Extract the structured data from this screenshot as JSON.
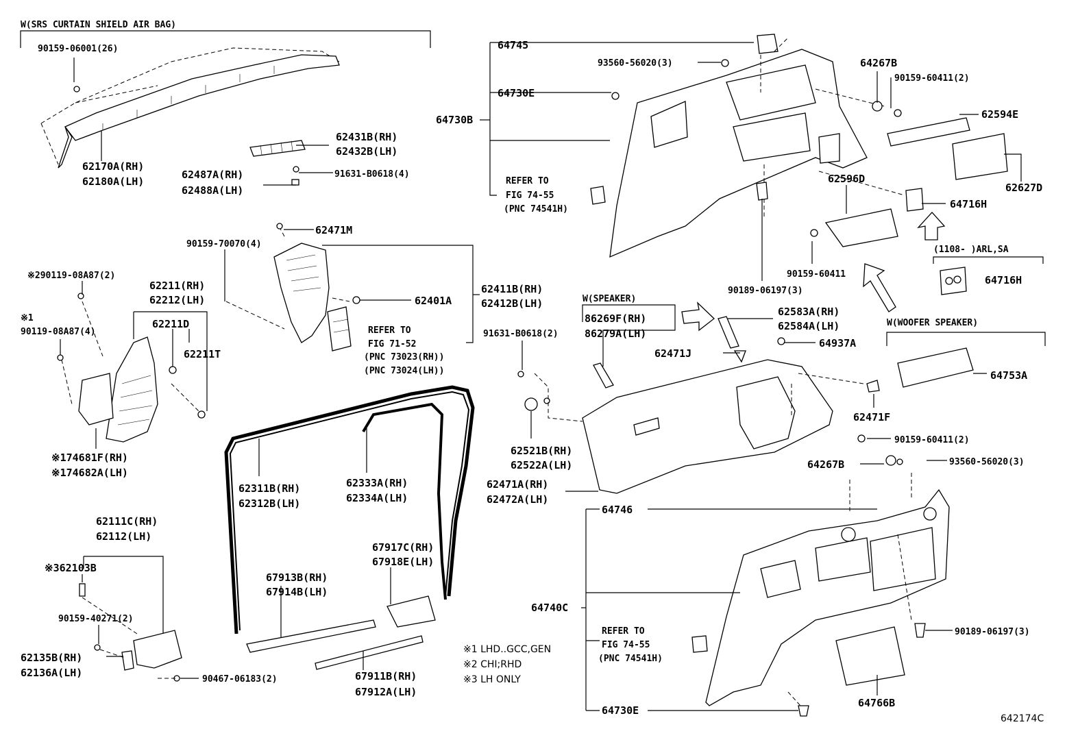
{
  "headers": {
    "srs_airbag": "W(SRS CURTAIN SHIELD AIR BAG)",
    "speaker": "W(SPEAKER)",
    "woofer": "W(WOOFER SPEAKER)",
    "date_range": "(1108-      )ARL,SA"
  },
  "labels": {
    "p90159_06001": "90159-06001(26)",
    "p62170A": "62170A(RH)",
    "p62180A": "62180A(LH)",
    "p62431B": "62431B(RH)",
    "p62432B": "62432B(LH)",
    "p62487A": "62487A(RH)",
    "p62488A": "62488A(LH)",
    "p91631_B0618_4": "91631-B0618(4)",
    "p62471M": "62471M",
    "p90159_70070": "90159-70070(4)",
    "p62401A": "62401A",
    "p62411B": "62411B(RH)",
    "p62412B": "62412B(LH)",
    "p90119_08A87_2": "※290119-08A87(2)",
    "p62211": "62211(RH)",
    "p62212": "62212(LH)",
    "p62211D": "62211D",
    "p62211T": "62211T",
    "m1": "※1",
    "p90119_08A87_4": "90119-08A87(4)",
    "p74681F": "※174681F(RH)",
    "p74682A": "※174682A(LH)",
    "p62111C": "62111C(RH)",
    "p62112": "62112(LH)",
    "p62103B": "※362103B",
    "p90159_40271": "90159-40271(2)",
    "p62135B": "62135B(RH)",
    "p62136A": "62136A(LH)",
    "p90467_06183": "90467-06183(2)",
    "p62311B": "62311B(RH)",
    "p62312B": "62312B(LH)",
    "p62333A": "62333A(RH)",
    "p62334A": "62334A(LH)",
    "p67913B": "67913B(RH)",
    "p67914B": "67914B(LH)",
    "p67917C": "67917C(RH)",
    "p67918E": "67918E(LH)",
    "p67911B": "67911B(RH)",
    "p67912A": "67912A(LH)",
    "p64745": "64745",
    "p93560_56020_top": "93560-56020(3)",
    "p64730E_top": "64730E",
    "p64730B": "64730B",
    "p64267B_top": "64267B",
    "p90159_60411_2_top": "90159-60411(2)",
    "p62594E": "62594E",
    "p62627D": "62627D",
    "p62596D": "62596D",
    "p64716H_top": "64716H",
    "p64716H_bot": "64716H",
    "p90159_60411": "90159-60411",
    "p90189_06197_top": "90189-06197(3)",
    "p86269F": "86269F(RH)",
    "p86279A": "86279A(LH)",
    "p62583A": "62583A(RH)",
    "p62584A": "62584A(LH)",
    "p64937A": "64937A",
    "p62471J": "62471J",
    "p91631_B0618_2": "91631-B0618(2)",
    "p64753A": "64753A",
    "p62471F": "62471F",
    "p90159_60411_2_bot": "90159-60411(2)",
    "p62521B": "62521B(RH)",
    "p62522A": "62522A(LH)",
    "p64267B_bot": "64267B",
    "p93560_56020_bot": "93560-56020(3)",
    "p62471A": "62471A(RH)",
    "p62472A": "62472A(LH)",
    "p64746": "64746",
    "p64740C": "64740C",
    "p90189_06197_bot": "90189-06197(3)",
    "p64766B": "64766B",
    "p64730E_bot": "64730E"
  },
  "refer": {
    "r1_l1": "REFER TO",
    "r1_l2": "FIG 74-55",
    "r1_l3": "(PNC 74541H)",
    "r2_l1": "REFER TO",
    "r2_l2": "FIG 71-52",
    "r2_l3": "(PNC 73023(RH))",
    "r2_l4": "(PNC 73024(LH))",
    "r3_l1": "REFER TO",
    "r3_l2": "FIG 74-55",
    "r3_l3": "(PNC 74541H)"
  },
  "notes": {
    "n1": "※1 LHD..GCC,GEN",
    "n2": "※2 CHI;RHD",
    "n3": "※3 LH ONLY"
  },
  "figure_id": "642174C"
}
